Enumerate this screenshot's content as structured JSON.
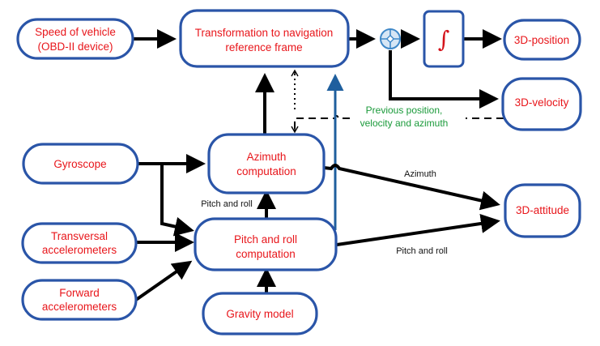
{
  "diagram": {
    "colors": {
      "node_border": "#2a55a8",
      "node_text": "#e8161b",
      "edge": "#000000",
      "blue_edge": "#1f5f9e",
      "feedback_text": "#1a9a3a",
      "junction_fill": "#d6e6f5",
      "junction_stroke": "#3f88c8"
    },
    "nodes": {
      "speed": {
        "line1": "Speed of vehicle",
        "line2": "(OBD-II device)"
      },
      "transform": {
        "line1": "Transformation to navigation",
        "line2": "reference frame"
      },
      "integrator": {
        "symbol": "∫"
      },
      "position": {
        "line1": "3D-position"
      },
      "velocity": {
        "line1": "3D-velocity"
      },
      "gyroscope": {
        "line1": "Gyroscope"
      },
      "azimuth": {
        "line1": "Azimuth",
        "line2": "computation"
      },
      "transversal": {
        "line1": "Transversal",
        "line2": "accelerometers"
      },
      "pitchroll": {
        "line1": "Pitch and roll",
        "line2": "computation"
      },
      "forward": {
        "line1": "Forward",
        "line2": "accelerometers"
      },
      "gravity": {
        "line1": "Gravity model"
      },
      "attitude": {
        "line1": "3D-attitude"
      }
    },
    "junction": {
      "icon": "summing-junction-icon"
    },
    "labels": {
      "azimuth_edge": "Azimuth",
      "pitch_roll_edge": "Pitch and roll",
      "pitch_roll_up": "Pitch and roll",
      "feedback_line1": "Previous position,",
      "feedback_line2": "velocity and azimuth"
    }
  }
}
